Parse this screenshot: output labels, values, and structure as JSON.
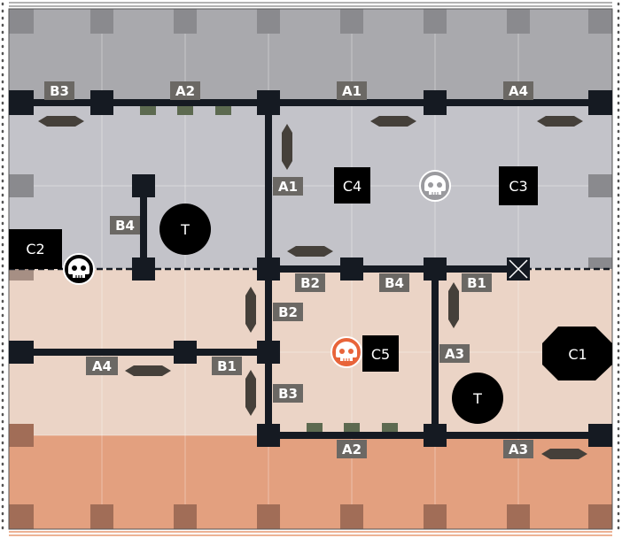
{
  "colors": {
    "top_zone": "#c3c3c9",
    "top_band": "#a9a9ad",
    "mid_zone": "#ebd4c6",
    "bottom_zone": "#e3a07f",
    "wall": "#151a22",
    "label_bg": "#6b6864",
    "door": "#45403a",
    "window": "#5d6a50",
    "danger": "#e8643a",
    "border_dots": "#555555",
    "bottom_lines": "#e79a72"
  },
  "wall_labels": [
    {
      "id": "lbl-b3-top",
      "text": "B3"
    },
    {
      "id": "lbl-a2-top",
      "text": "A2"
    },
    {
      "id": "lbl-a1-top",
      "text": "A1"
    },
    {
      "id": "lbl-a4-top",
      "text": "A4"
    },
    {
      "id": "lbl-a1-mid",
      "text": "A1"
    },
    {
      "id": "lbl-b4-left",
      "text": "B4"
    },
    {
      "id": "lbl-b2-h",
      "text": "B2"
    },
    {
      "id": "lbl-b4-h",
      "text": "B4"
    },
    {
      "id": "lbl-b1-h",
      "text": "B1"
    },
    {
      "id": "lbl-b2-v",
      "text": "B2"
    },
    {
      "id": "lbl-a4-left",
      "text": "A4"
    },
    {
      "id": "lbl-b1-left",
      "text": "B1"
    },
    {
      "id": "lbl-a3-v",
      "text": "A3"
    },
    {
      "id": "lbl-b3-v",
      "text": "B3"
    },
    {
      "id": "lbl-a2-bottom",
      "text": "A2"
    },
    {
      "id": "lbl-a3-bottom",
      "text": "A3"
    }
  ],
  "zones": [
    {
      "id": "c4",
      "text": "C4"
    },
    {
      "id": "c3",
      "text": "C3"
    },
    {
      "id": "c2",
      "text": "C2"
    },
    {
      "id": "c5",
      "text": "C5"
    },
    {
      "id": "c1",
      "text": "C1"
    }
  ],
  "tokens": [
    {
      "id": "t1",
      "text": "T"
    },
    {
      "id": "t2",
      "text": "T"
    }
  ],
  "icons": [
    {
      "name": "skull-icon-grey"
    },
    {
      "name": "skull-icon-black"
    },
    {
      "name": "skull-icon-orange"
    },
    {
      "name": "x-marker-icon"
    }
  ]
}
